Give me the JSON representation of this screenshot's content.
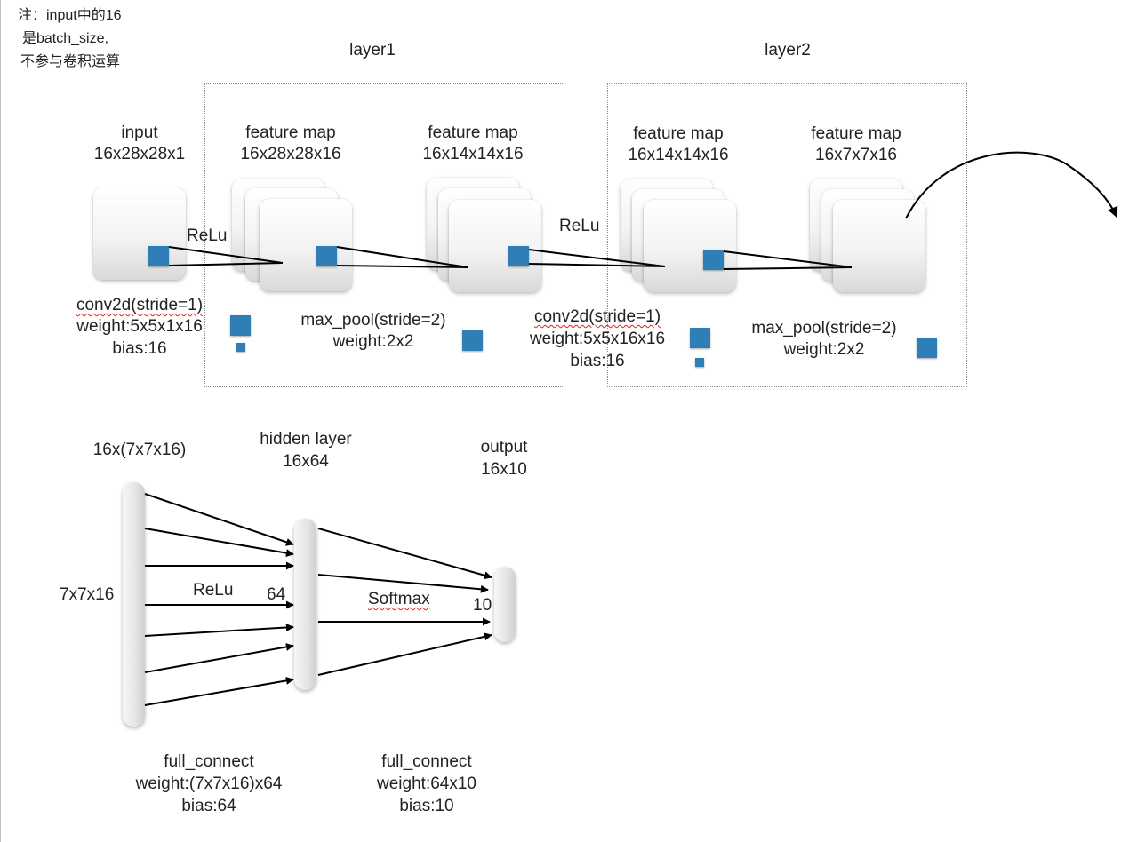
{
  "note": {
    "line1": "注：input中的16",
    "line2": "是batch_size,",
    "line3": "不参与卷积运算"
  },
  "layer1": {
    "title": "layer1"
  },
  "layer2": {
    "title": "layer2"
  },
  "input": {
    "label": "input",
    "shape": "16x28x28x1"
  },
  "fmap1": {
    "label": "feature map",
    "shape": "16x28x28x16"
  },
  "fmap2": {
    "label": "feature map",
    "shape": "16x14x14x16"
  },
  "fmap3": {
    "label": "feature map",
    "shape": "16x14x14x16"
  },
  "fmap4": {
    "label": "feature map",
    "shape": "16x7x7x16"
  },
  "relu1": "ReLu",
  "relu2": "ReLu",
  "conv1": {
    "op": "conv2d(stride=1)",
    "weight": "weight:5x5x1x16",
    "bias": "bias:16"
  },
  "pool1": {
    "op": "max_pool(stride=2)",
    "weight": "weight:2x2"
  },
  "conv2": {
    "op": "conv2d(stride=1)",
    "weight": "weight:5x5x16x16",
    "bias": "bias:16"
  },
  "pool2": {
    "op": "max_pool(stride=2)",
    "weight": "weight:2x2"
  },
  "fc": {
    "flat_label": "16x(7x7x16)",
    "flat_size": "7x7x16",
    "hidden_title": "hidden layer",
    "hidden_shape": "16x64",
    "hidden_size": "64",
    "output_title": "output",
    "output_shape": "16x10",
    "output_size": "10",
    "relu": "ReLu",
    "softmax": "Softmax",
    "fc1_label": "full_connect",
    "fc1_weight": "weight:(7x7x16)x64",
    "fc1_bias": "bias:64",
    "fc2_label": "full_connect",
    "fc2_weight": "weight:64x10",
    "fc2_bias": "bias:10"
  },
  "colors": {
    "kernel": "#2e7fb6",
    "box_border": "#8a8a8a",
    "underline": "#e02020"
  }
}
